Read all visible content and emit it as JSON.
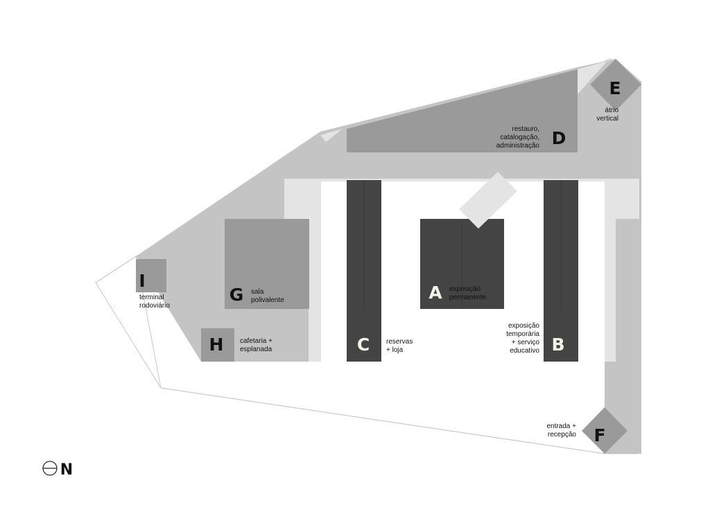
{
  "colors": {
    "background": "#ffffff",
    "mid_gray": "#c4c4c4",
    "dark_gray": "#9a9a9a",
    "charcoal": "#444444",
    "light_gray": "#e4e4e4",
    "outline": "#b8b8b8",
    "letter_dark": "#111111",
    "letter_light": "#f3f3ea"
  },
  "zones": {
    "A": {
      "letter": "A",
      "line1": "exposição",
      "line2": "permanente"
    },
    "B": {
      "letter": "B",
      "line1": "exposição",
      "line2": "temporária",
      "line3": "+ serviço",
      "line4": "educativo"
    },
    "C": {
      "letter": "C",
      "line1": "reservas",
      "line2": "+ loja"
    },
    "D": {
      "letter": "D",
      "line1": "restauro,",
      "line2": "catalogação,",
      "line3": "administração"
    },
    "E": {
      "letter": "E",
      "line1": "átrio",
      "line2": "vertical"
    },
    "F": {
      "letter": "F",
      "line1": "entrada +",
      "line2": "recepção"
    },
    "G": {
      "letter": "G",
      "line1": "sala",
      "line2": "polivalente"
    },
    "H": {
      "letter": "H",
      "line1": "cafetaria +",
      "line2": "esplanada"
    },
    "I": {
      "letter": "I",
      "line1": "terminal",
      "line2": "rodoviário"
    }
  },
  "north_arrow": {
    "label": "N",
    "icon": "north-arrow-icon"
  }
}
